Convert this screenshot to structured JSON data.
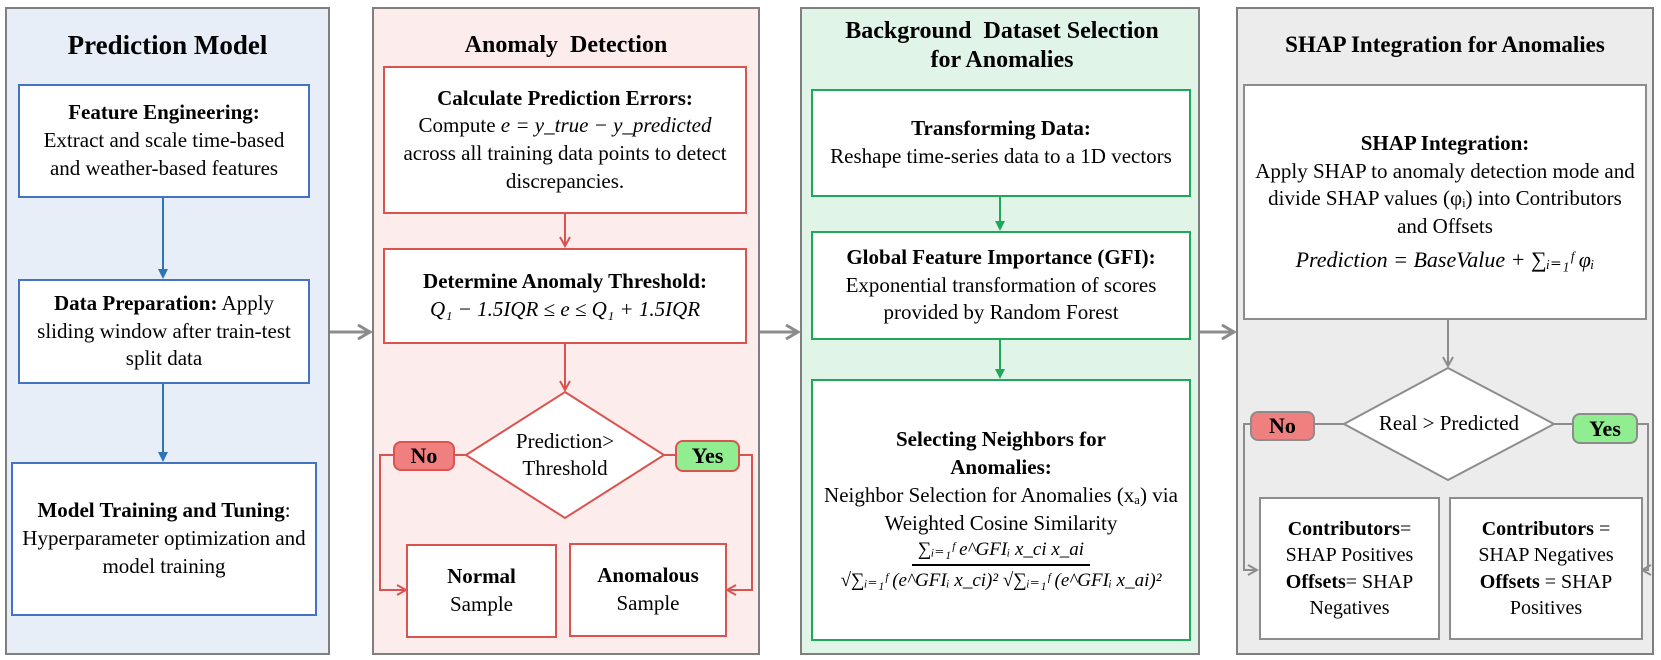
{
  "panels": [
    {
      "title": "Prediction Model",
      "boxes": [
        {
          "head": "Feature Engineering:",
          "body": "Extract and scale time-based and weather-based features"
        },
        {
          "head": "Data Preparation:",
          "body": "Apply sliding window after train-test split data"
        },
        {
          "head": "Model Training and Tuning",
          "sep": ":",
          "body": "Hyperparameter optimization and model training"
        }
      ]
    },
    {
      "title": "Anomaly  Detection",
      "boxes": [
        {
          "head": "Calculate Prediction Errors:",
          "pre": "Compute",
          "formula": "e = y_true − y_predicted",
          "body": "across all training data points to detect discrepancies."
        },
        {
          "head": "Determine Anomaly Threshold:",
          "formula": "Q₁ − 1.5IQR ≤ e ≤ Q₁ + 1.5IQR"
        }
      ],
      "decision": "Prediction> Threshold",
      "no_label": "No",
      "yes_label": "Yes",
      "outcomes": [
        {
          "head": "Normal",
          "body": "Sample"
        },
        {
          "head": "Anomalous",
          "body": "Sample"
        }
      ]
    },
    {
      "title": "Background  Dataset Selection for Anomalies",
      "boxes": [
        {
          "head": "Transforming Data:",
          "body": "Reshape time-series data to a 1D vectors"
        },
        {
          "head": "Global Feature Importance (GFI):",
          "body": "Exponential transformation of scores provided by Random Forest"
        },
        {
          "head": "Selecting Neighbors for Anomalies:",
          "body": "Neighbor Selection for Anomalies (xₐ) via Weighted Cosine Similarity",
          "formula_num": "∑ᵢ₌₁ᶠ e^GFIᵢ x_ci x_ai",
          "formula_den": "√∑ᵢ₌₁ᶠ (e^GFIᵢ x_ci)² √∑ᵢ₌₁ᶠ (e^GFIᵢ x_ai)²"
        }
      ]
    },
    {
      "title": "SHAP Integration for Anomalies",
      "boxes": [
        {
          "head": "SHAP Integration:",
          "body": "Apply SHAP to anomaly detection mode and divide SHAP values (φᵢ) into Contributors and Offsets",
          "formula": "Prediction = BaseValue + ∑ᵢ₌₁ᶠ φᵢ"
        }
      ],
      "decision": "Real > Predicted",
      "no_label": "No",
      "yes_label": "Yes",
      "outcomes": [
        {
          "line1_head": "Contributors",
          "line1_rest": "= SHAP Positives",
          "line2_head": "Offsets",
          "line2_rest": "= SHAP Negatives"
        },
        {
          "line1_head": "Contributors",
          "line1_rest": " = SHAP Negatives",
          "line2_head": "Offsets",
          "line2_rest": " = SHAP Positives"
        }
      ]
    }
  ],
  "colors": {
    "blue_border": "#4472c4",
    "red_border": "#d9534f",
    "green_border": "#1fa85a",
    "gray_border": "#8c8c8c",
    "no_badge": "#f08080",
    "yes_badge": "#90ee90"
  }
}
